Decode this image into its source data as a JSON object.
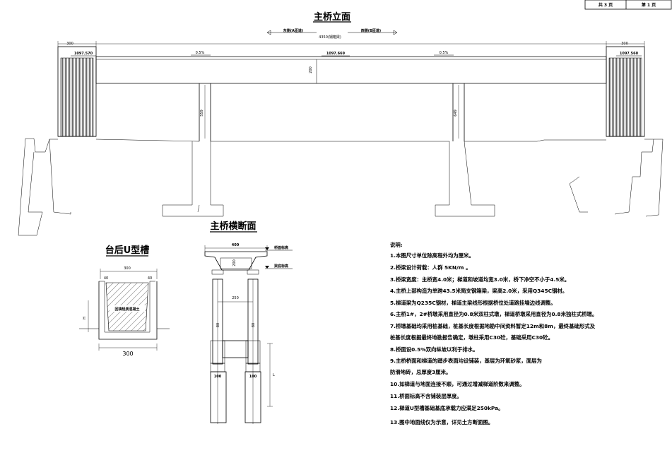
{
  "header": {
    "total_pages": "共 3 页",
    "page_no": "第 1 页"
  },
  "elevation": {
    "title": "主桥立面",
    "east_side": "东侧(A匝道)",
    "west_side": "西侧(B匝道)",
    "span": "4350(钢箱梁)",
    "left_abut_width": "300",
    "right_abut_width": "300",
    "left_elev": "1097.570",
    "mid_elev": "1097.669",
    "right_elev": "1097.560",
    "left_slope": "0.5%",
    "right_slope": "0.5%",
    "girder_height": "200",
    "left_pier_height": "559",
    "right_pier_height": "649"
  },
  "ushape": {
    "title": "台后U型槽",
    "top_width": "300",
    "wall_left": "40",
    "wall_right": "40",
    "fill_label": "回填轻质混凝土",
    "height_label": "H",
    "bottom_width": "300"
  },
  "cross": {
    "title": "主桥横断面",
    "deck_width": "400",
    "deck_depth": "200",
    "deck_elev_label": "桥面标高",
    "beam_bottom_label": "梁底标高",
    "pier_spacing": "250",
    "pile_dim": "100",
    "pile_dim_right": "100",
    "col_dim_left": "80",
    "col_dim_right": "80",
    "length_label": "L"
  },
  "notes": {
    "title": "说明:",
    "items": [
      "1.本图尺寸单位除高程外均为厘米。",
      "2.桥梁设计荷载：人群 5KN/m 。",
      "3.桥梁宽度：主桥宽4.0米；梯道和坡道均宽3.0米，桥下净空不小于4.5米。",
      "4.主桥上部构造为单跨43.5米简支钢箱梁，梁高2.0米，采用Q345C钢材。",
      "5.梯道梁为Q235C钢材，梯道主梁线形根据桥位处道路挂墙边线调整。",
      "6.主桥1#，2#桥墩采用直径为0.8米双柱式墩，梯道桥墩采用直径为0.8米独柱式桥墩。",
      "7.桥墩基础均采用桩基础，桩基长度根据地勘中间资料暂定12m和8m，最终基础形式及",
      "  桩基长度根据最终地勘报告确定，墩柱采用C30砼，基础采用C30砼。",
      "8.桥面设0.5%双向纵坡以利于排水。",
      "9.主桥桥面和梯道的踏步表面均设铺装，基层为环氧砂浆，面层为",
      "  防滑地砖，总厚度3厘米。",
      "10.如梯道与地面连接不顺，可通过增减梯道阶数来调整。",
      "11.桥面标高不含铺装层厚度。",
      "12.梯道U型槽基础基底承载力应满足250kPa。",
      "13.图中地面线仅为示意，详见土方断面图。"
    ]
  }
}
